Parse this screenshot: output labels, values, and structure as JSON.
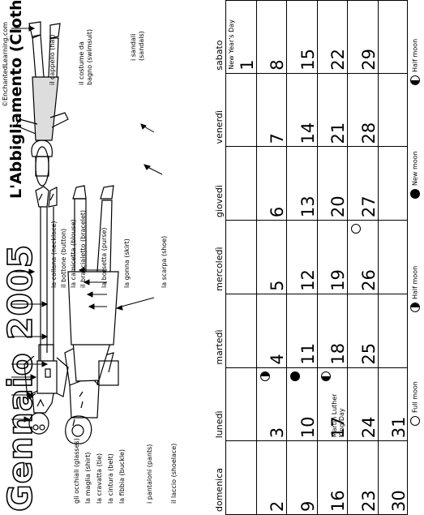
{
  "header": {
    "title": "Gennaio 2005",
    "subtitle": "L'Abbigliamento (Clothing)",
    "copyright": "©EnchantedLearning.com"
  },
  "labels": {
    "glasses": "gli occhiali (glasses)",
    "shirt": "la maglia (shirt)",
    "tie": "la cravatta (tie)",
    "belt": "la cintura (belt)",
    "buckle": "la fibbia (buckle)",
    "pants": "i pantaloni (pants)",
    "shoelace": "il laccio (shoelace)",
    "necklace": "la collana (necklace)",
    "button": "il bottone (button)",
    "blouse": "la camicetta (blouse)",
    "bracelet": "il braccialetto (bracelet)",
    "purse": "la borsetta (purse)",
    "skirt": "la gonna (skirt)",
    "shoe": "la scarpa (shoe)",
    "hat": "il cappello (hat)",
    "swimsuit_1": "il costume da",
    "swimsuit_2": "bagno (swimsuit)",
    "sandals_1": "i sandali",
    "sandals_2": "(sandals)"
  },
  "calendar": {
    "days": [
      "domenica",
      "lunedì",
      "martedì",
      "mercoledì",
      "giovedì",
      "venerdì",
      "sabato"
    ],
    "weeks": [
      [
        "",
        "",
        "",
        "",
        "",
        "",
        "1"
      ],
      [
        "2",
        "3",
        "4",
        "5",
        "6",
        "7",
        "8"
      ],
      [
        "9",
        "10",
        "11",
        "12",
        "13",
        "14",
        "15"
      ],
      [
        "16",
        "17",
        "18",
        "19",
        "20",
        "21",
        "22"
      ],
      [
        "23",
        "24",
        "25",
        "26",
        "27",
        "28",
        "29"
      ],
      [
        "30",
        "31",
        "",
        "",
        "",
        "",
        ""
      ]
    ],
    "events": {
      "new_years": "New Year's Day",
      "mlk_1": "Martin Luther",
      "mlk_2": "King Day"
    }
  },
  "legend": {
    "full": "Full moon",
    "last": "Half moon",
    "new": "New moon",
    "first": "Half moon"
  },
  "icons": [
    "full-moon-icon",
    "new-moon-icon",
    "half-moon-icon"
  ]
}
